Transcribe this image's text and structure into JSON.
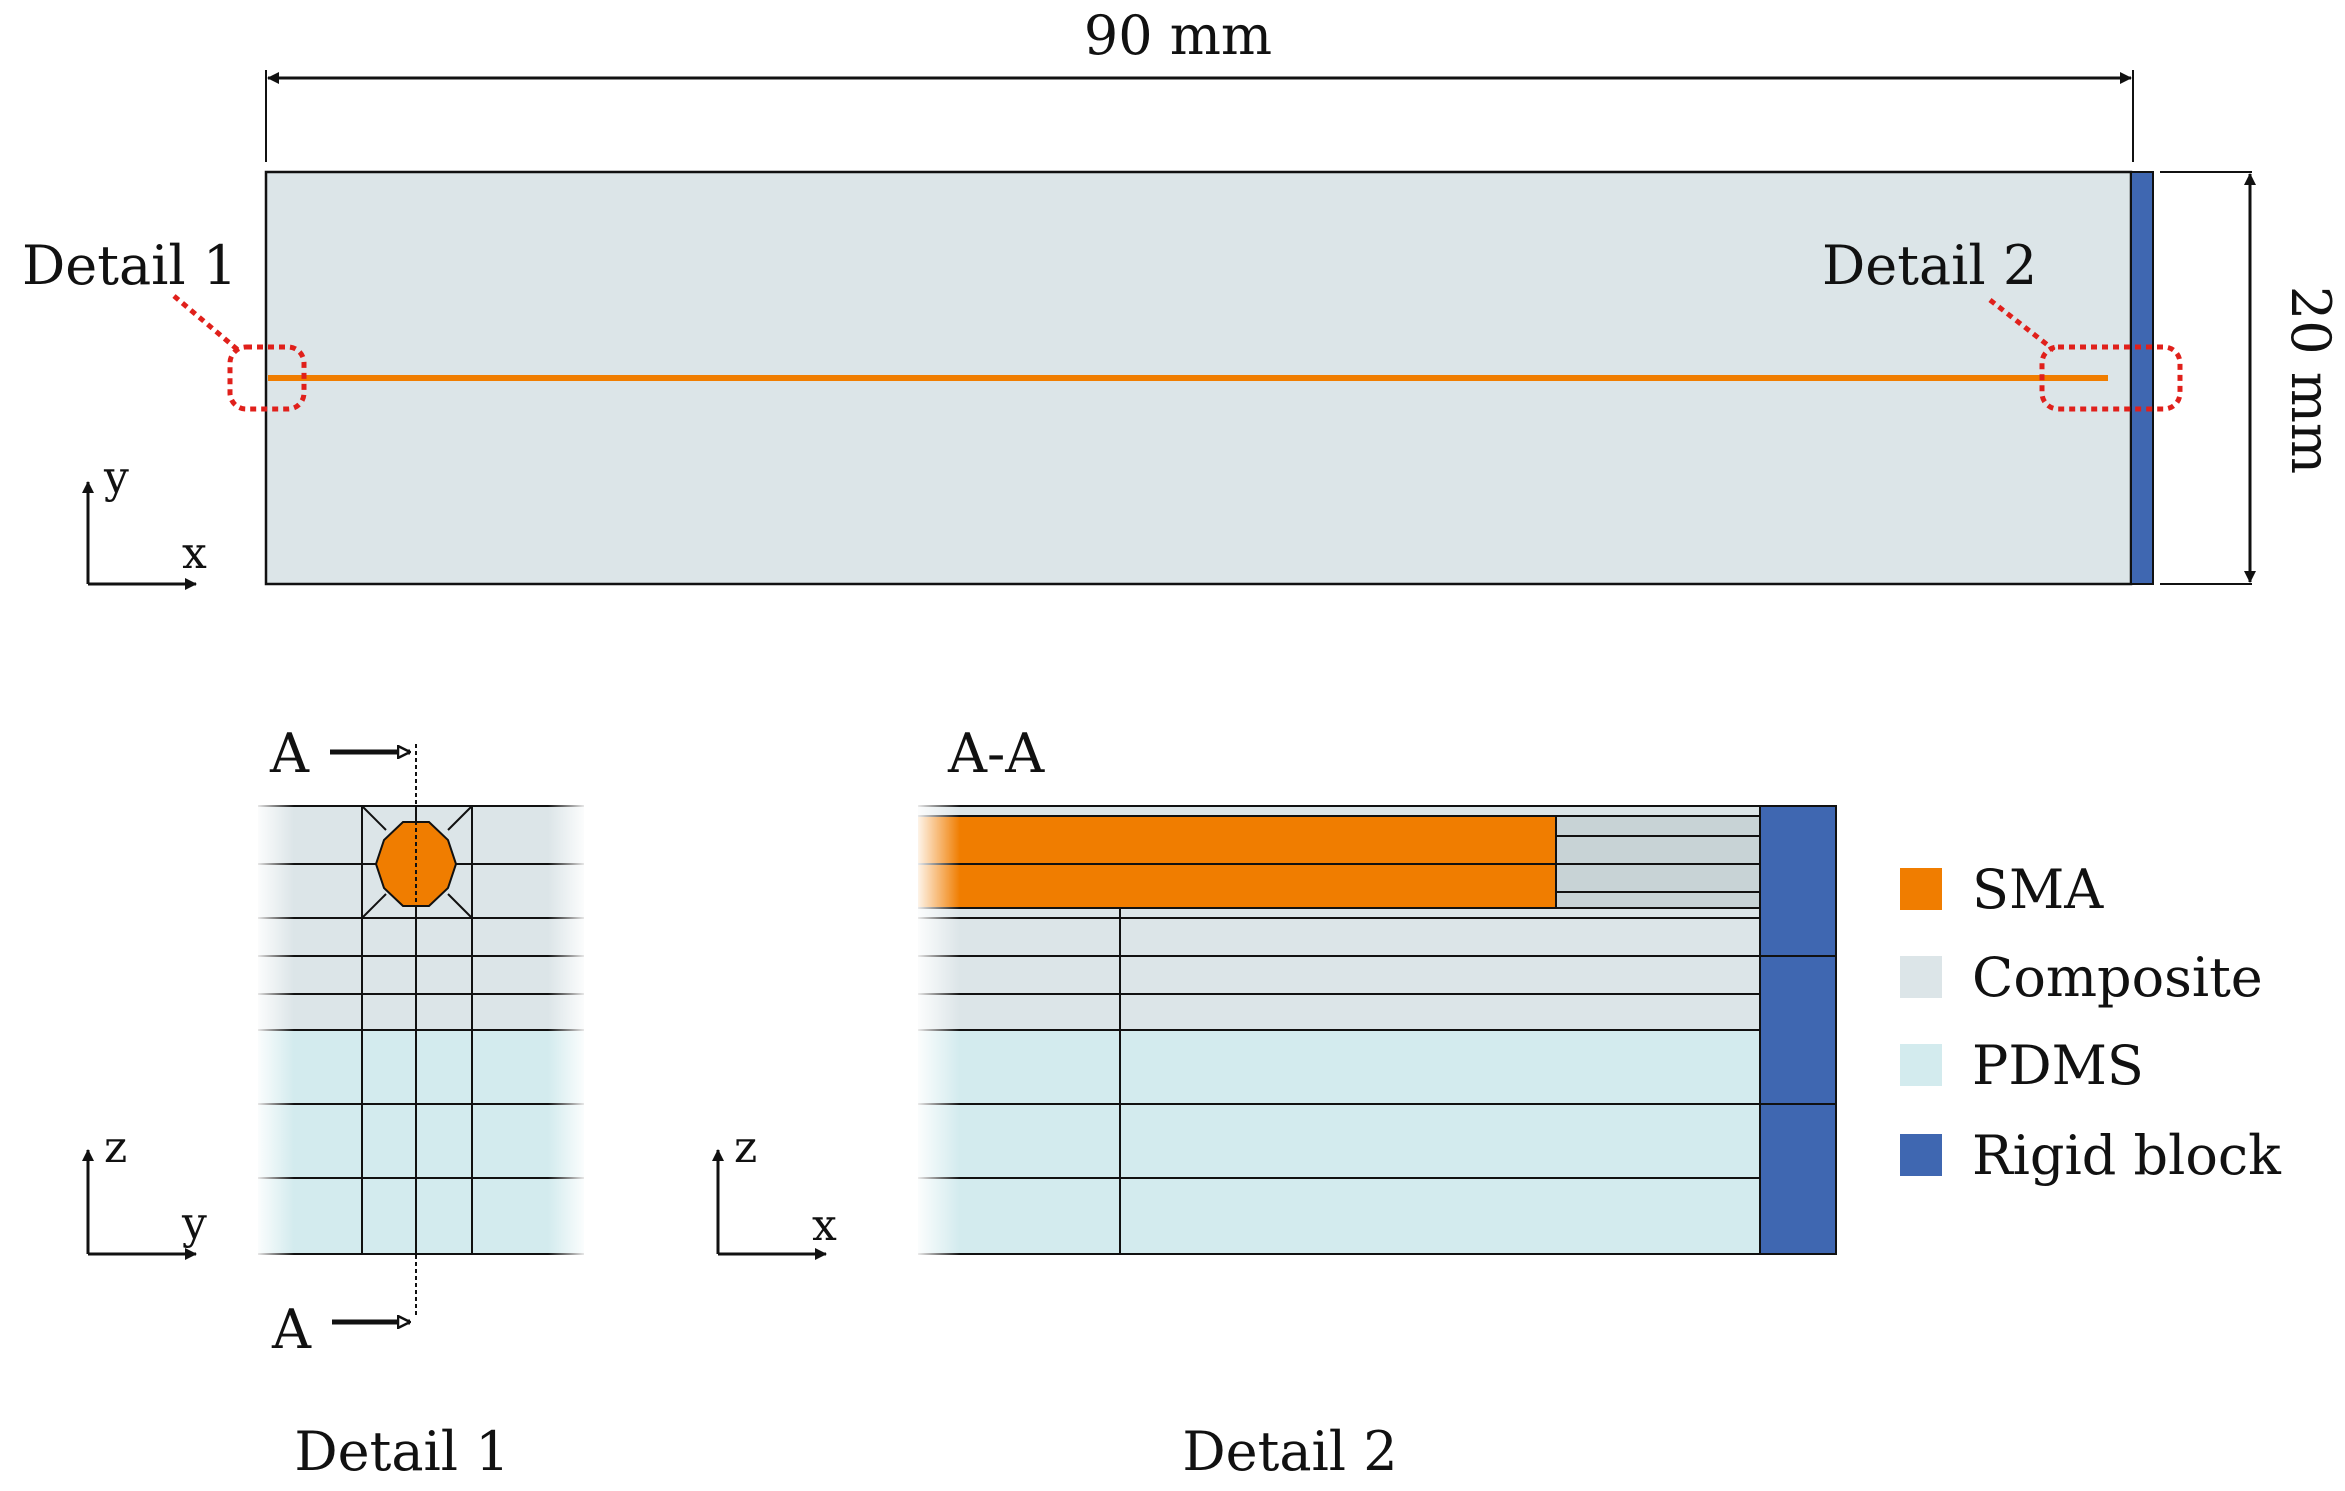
{
  "top_view": {
    "width_dimension": "90 mm",
    "height_dimension": "20 mm",
    "callout_1": "Detail 1",
    "callout_2": "Detail 2",
    "axis_x": "x",
    "axis_y": "y"
  },
  "detail_1": {
    "caption": "Detail 1",
    "section_mark_top": "A",
    "section_mark_bottom": "A",
    "axis_z": "z",
    "axis_y": "y"
  },
  "detail_2": {
    "caption": "Detail 2",
    "section_title": "A-A",
    "axis_z": "z",
    "axis_x": "x"
  },
  "legend": [
    {
      "label": "SMA",
      "color": "#F07D00"
    },
    {
      "label": "Composite",
      "color": "#DCE5E8"
    },
    {
      "label": "PDMS",
      "color": "#D3EBEE"
    },
    {
      "label": "Rigid block",
      "color": "#3F67B1"
    }
  ],
  "colors": {
    "sma": "#F07D00",
    "composite": "#DCE5E8",
    "composite_dark": "#C8D3D6",
    "pdms": "#D3EBEE",
    "rigid": "#3F67B1",
    "callout": "#E0201B"
  }
}
